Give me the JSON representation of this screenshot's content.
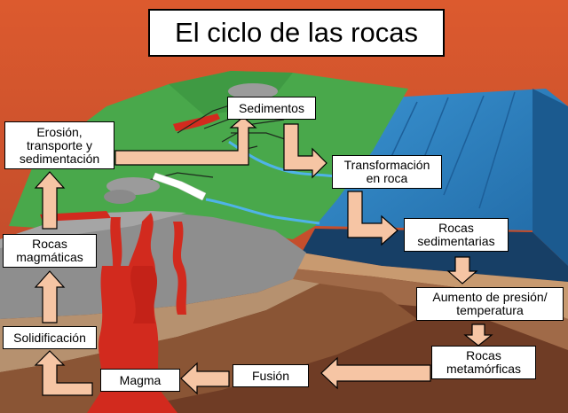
{
  "title": "El ciclo de las rocas",
  "labels": {
    "sedimentos": "Sedimentos",
    "erosion": "Erosión,\ntransporte y\nsedimentación",
    "transformacion": "Transformación\nen roca",
    "rocas_sedimentarias": "Rocas\nsedimentarias",
    "aumento": "Aumento de presión/\ntemperatura",
    "rocas_metamorficas": "Rocas\nmetamórficas",
    "fusion": "Fusión",
    "magma": "Magma",
    "solidificacion": "Solidificación",
    "rocas_magmaticas": "Rocas\nmagmáticas"
  },
  "colors": {
    "sky_top": "#d9532c",
    "sky_bottom": "#b8482a",
    "grass": "#46a84a",
    "grass_dark": "#2f8a3a",
    "sea": "#2d82c2",
    "sea_dark": "#1d5f99",
    "gray_rock": "#8c8c8c",
    "earth": "#b08a6a",
    "deep_earth": "#6b3b24",
    "magma": "#d8271d",
    "arrow_fill": "#f6c5a4",
    "river": "#4fb3e8"
  }
}
